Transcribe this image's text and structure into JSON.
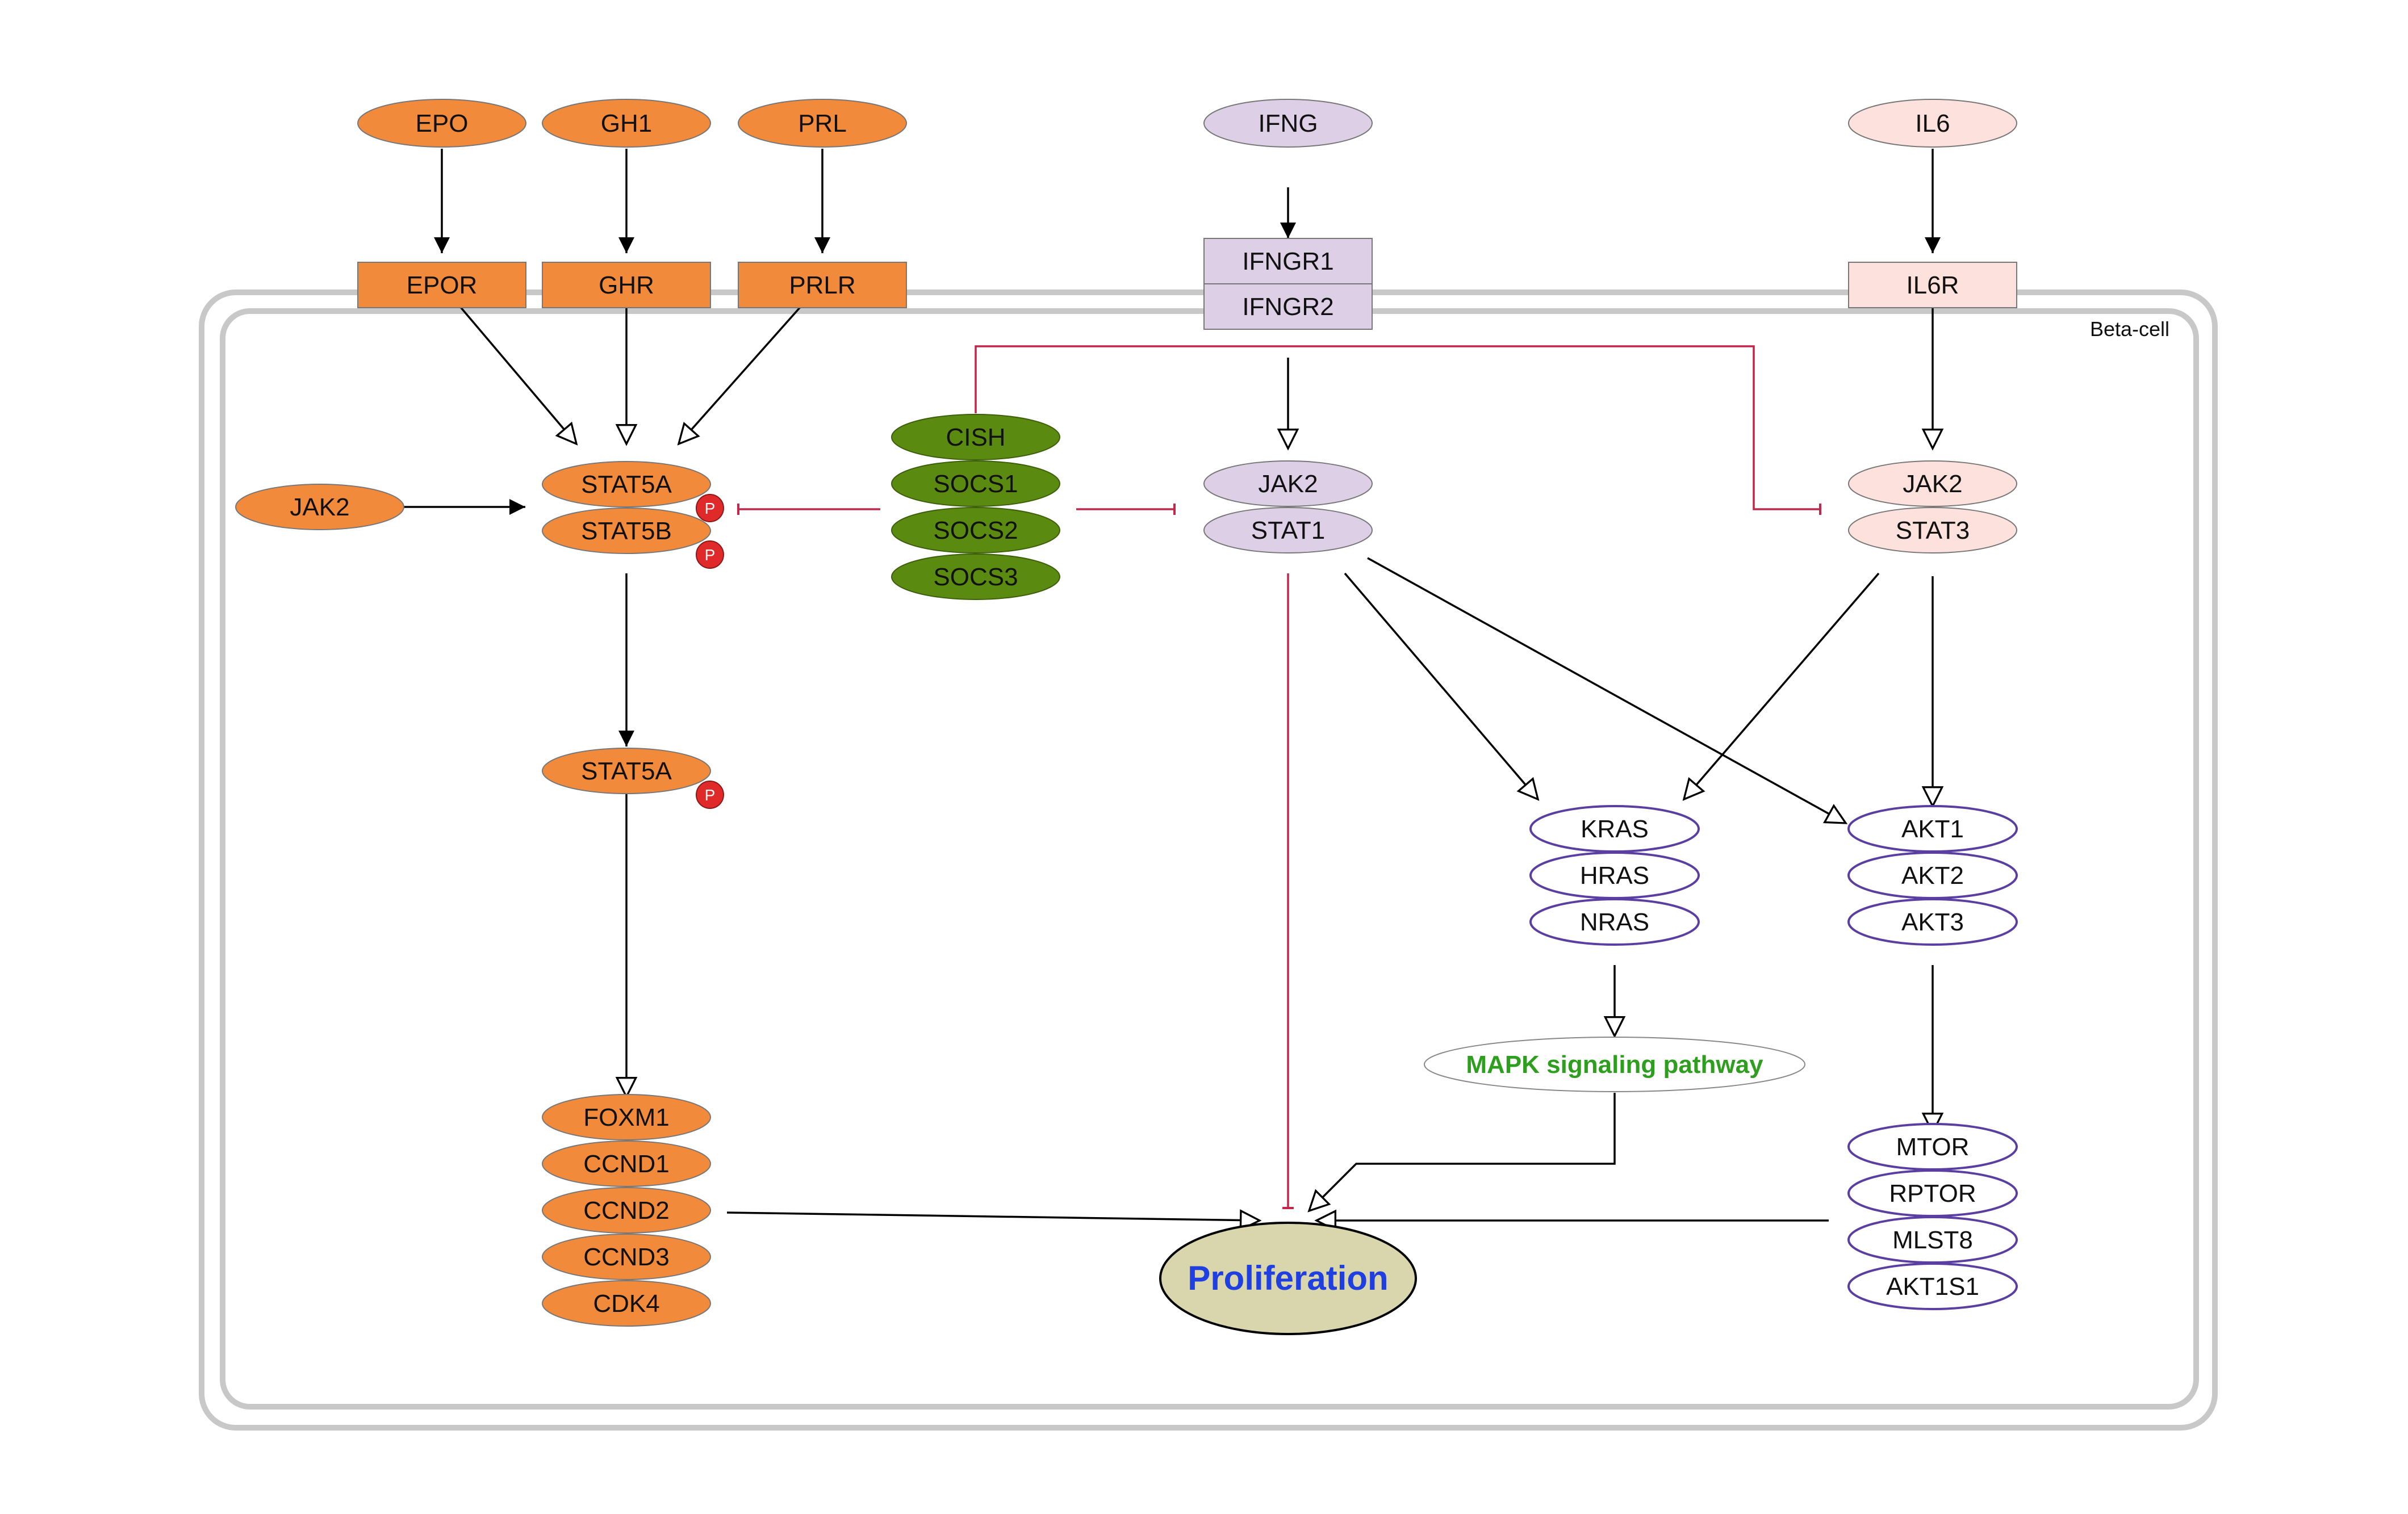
{
  "colors": {
    "orange": "#f28a3c",
    "green": "#5a8a10",
    "lavender": "#ddd0e6",
    "pink": "#fde1dd",
    "purple_outline": "#5b3fa0",
    "inhibit_red": "#c0274a",
    "phospho_red": "#e02a2a",
    "proliferation_fill": "#d9d6ad",
    "membrane": "#c8c8c8"
  },
  "compartment": {
    "label": "Beta-cell"
  },
  "ligands": {
    "epo": "EPO",
    "gh1": "GH1",
    "prl": "PRL",
    "ifng": "IFNG",
    "il6": "IL6"
  },
  "receptors": {
    "epor": "EPOR",
    "ghr": "GHR",
    "prlr": "PRLR",
    "ifngr1": "IFNGR1",
    "ifngr2": "IFNGR2",
    "il6r": "IL6R"
  },
  "stat5_pathway": {
    "jak2": "JAK2",
    "stat5a": "STAT5A",
    "stat5b": "STAT5B",
    "stat5a_nuclear": "STAT5A"
  },
  "phospho_label": "P",
  "socs": [
    "CISH",
    "SOCS1",
    "SOCS2",
    "SOCS3"
  ],
  "ifn_pathway": {
    "jak2": "JAK2",
    "stat1": "STAT1"
  },
  "il6_pathway": {
    "jak2": "JAK2",
    "stat3": "STAT3"
  },
  "ras": [
    "KRAS",
    "HRAS",
    "NRAS"
  ],
  "akt": [
    "AKT1",
    "AKT2",
    "AKT3"
  ],
  "mtor_complex": [
    "MTOR",
    "RPTOR",
    "MLST8",
    "AKT1S1"
  ],
  "cell_cycle": [
    "FOXM1",
    "CCND1",
    "CCND2",
    "CCND3",
    "CDK4"
  ],
  "mapk_label": "MAPK signaling pathway",
  "outcome_label": "Proliferation"
}
